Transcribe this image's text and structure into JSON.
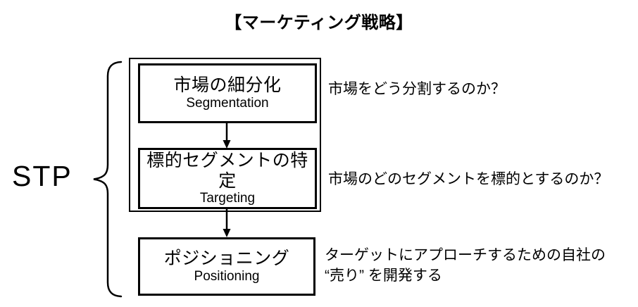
{
  "title": "【マーケティング戦略】",
  "stp": {
    "label": "STP"
  },
  "steps": [
    {
      "ja": "市場の細分化",
      "en": "Segmentation",
      "note_lines": [
        "市場をどう分割するのか？"
      ]
    },
    {
      "ja": "標的セグメントの特定",
      "en": "Targeting",
      "note_lines": [
        "市場のどのセグメントを標的とするのか？"
      ]
    },
    {
      "ja": "ポジショニング",
      "en": "Positioning",
      "note_lines": [
        "ターゲットにアプローチするための自社の",
        "“売り” を開発する"
      ]
    }
  ],
  "colors": {
    "ink": "#000000",
    "background": "#ffffff"
  }
}
